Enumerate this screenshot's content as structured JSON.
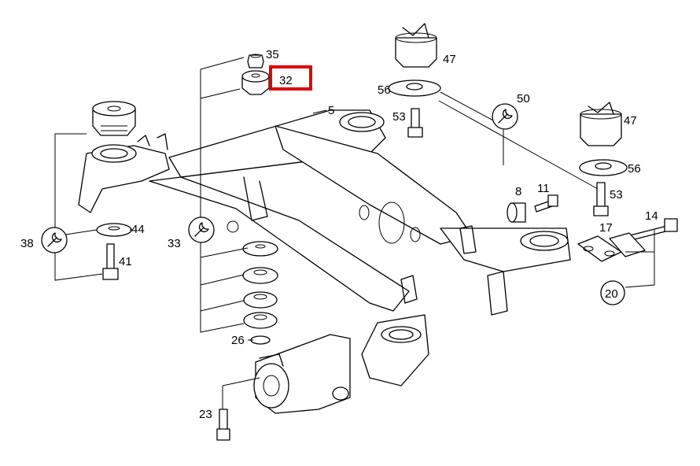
{
  "diagram": {
    "highlight_color": "#e00000",
    "callouts": {
      "c35": "35",
      "c32": "32",
      "c5": "5",
      "c47a": "47",
      "c56a": "56",
      "c53a": "53",
      "c50": "50",
      "c47b": "47",
      "c56b": "56",
      "c53b": "53",
      "c8": "8",
      "c11": "11",
      "c14": "14",
      "c17": "17",
      "c20": "20",
      "c38": "38",
      "c44": "44",
      "c41": "41",
      "c33": "33",
      "c26": "26",
      "c23": "23"
    },
    "highlighted_callout": "32",
    "icons": [
      "wrench-icon",
      "wrench-icon",
      "wrench-icon"
    ]
  }
}
